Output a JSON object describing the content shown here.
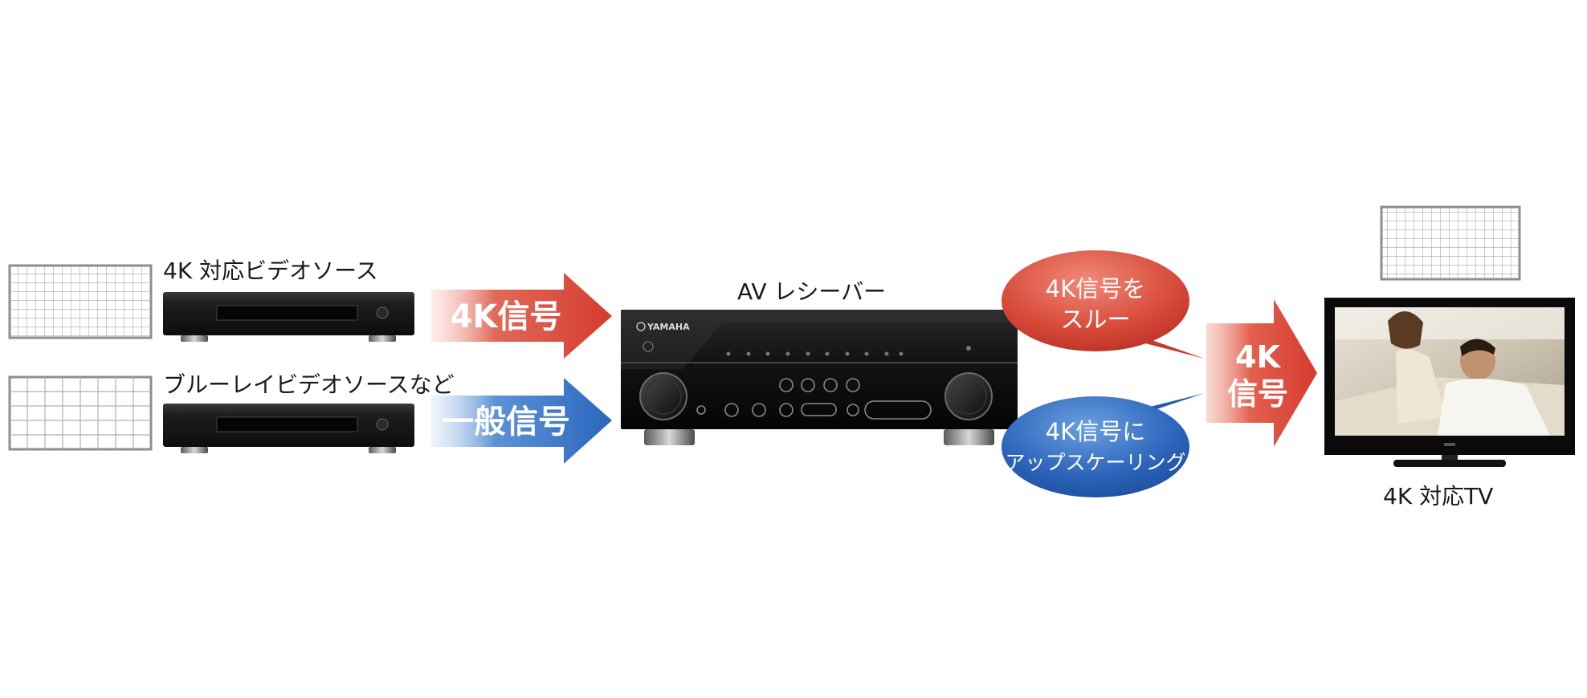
{
  "labels": {
    "source_4k": "4K 対応ビデオソース",
    "source_bluray": "ブルーレイビデオソースなど",
    "receiver": "AV レシーバー",
    "tv": "4K 対応TV"
  },
  "arrows": {
    "signal_4k": "4K信号",
    "signal_normal": "一般信号",
    "output_line1": "4K",
    "output_line2": "信号"
  },
  "bubbles": {
    "passthrough_line1": "4K信号を",
    "passthrough_line2": "スルー",
    "upscale_line1": "4K信号に",
    "upscale_line2": "アップスケーリング"
  },
  "receiver_brand": "YAMAHA",
  "colors": {
    "red_arrow": "#d9443a",
    "blue_arrow": "#2f6fc1",
    "grid_line": "#9a9a9a",
    "device_body": "#1a1a1a"
  }
}
